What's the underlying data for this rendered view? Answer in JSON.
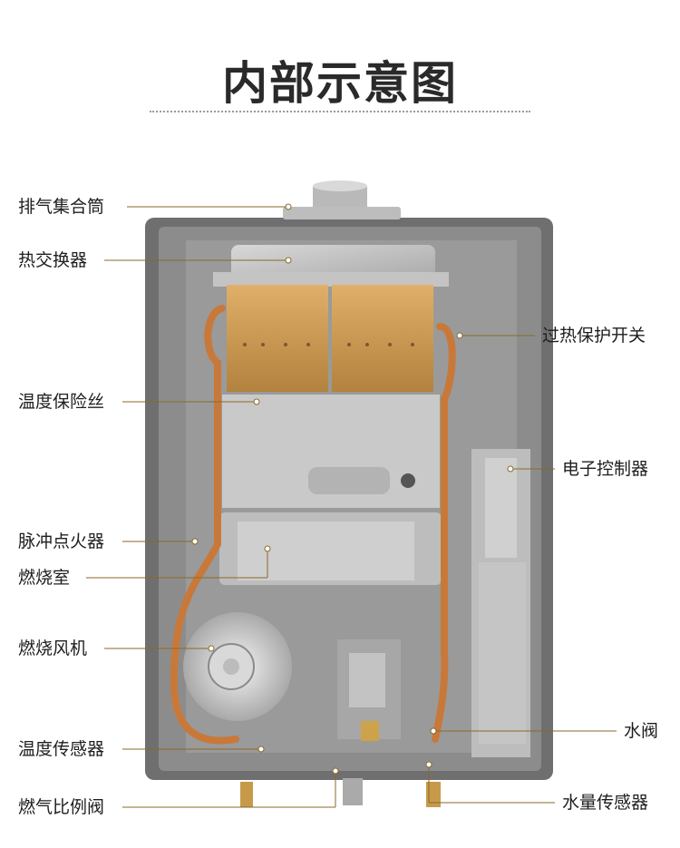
{
  "title": "内部示意图",
  "labels": {
    "exhaust_collector": "排气集合筒",
    "heat_exchanger": "热交换器",
    "overheat_switch": "过热保护开关",
    "temp_fuse": "温度保险丝",
    "controller": "电子控制器",
    "igniter": "脉冲点火器",
    "combustion_chamber": "燃烧室",
    "fan": "燃烧风机",
    "water_valve": "水阀",
    "temp_sensor": "温度传感器",
    "gas_valve": "燃气比例阀",
    "flow_sensor": "水量传感器"
  },
  "colors": {
    "accent_line": "#8a6a2a",
    "copper": "#c8793a",
    "heat_exchanger_gold": "#c99a52",
    "casing": "#7c7c7c"
  }
}
